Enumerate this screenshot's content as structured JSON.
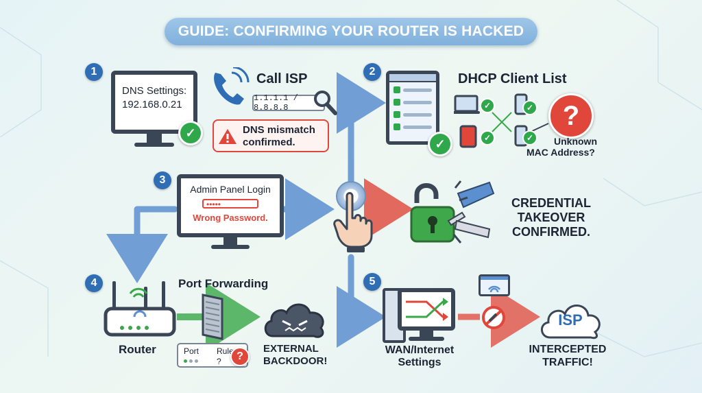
{
  "title": "GUIDE: CONFIRMING YOUR ROUTER IS HACKED",
  "steps": [
    "1",
    "2",
    "3",
    "4",
    "5"
  ],
  "step1": {
    "dns_label": "DNS Settings:",
    "dns_value": "192.168.0.21",
    "call_isp": "Call ISP",
    "isp_dns": "1.1.1.1 / 8.8.8.8",
    "mismatch_line1": "DNS mismatch",
    "mismatch_line2": "confirmed."
  },
  "step2": {
    "title": "DHCP Client List",
    "unknown_line1": "Unknown",
    "unknown_line2": "MAC Address?"
  },
  "step3": {
    "login_title": "Admin Panel Login",
    "password_mask": "•••••",
    "wrong_password": "Wrong Password.",
    "credential_line1": "CREDENTIAL",
    "credential_line2": "TAKEOVER",
    "credential_line3": "CONFIRMED."
  },
  "step4": {
    "port_forwarding": "Port Forwarding",
    "router_label": "Router",
    "col_port": "Port",
    "col_rule": "Rule",
    "rule_value": "?",
    "external_line1": "EXTERNAL",
    "external_line2": "BACKDOOR!"
  },
  "step5": {
    "wan_line1": "WAN/Internet",
    "wan_line2": "Settings",
    "isp_label": "ISP",
    "intercepted_line1": "INTERCEPTED",
    "intercepted_line2": "TRAFFIC!"
  },
  "colors": {
    "flow_blue": "#5b8fd0",
    "alert_red": "#e0463a",
    "ok_green": "#2ea84a",
    "step_blue": "#2f6db4"
  }
}
